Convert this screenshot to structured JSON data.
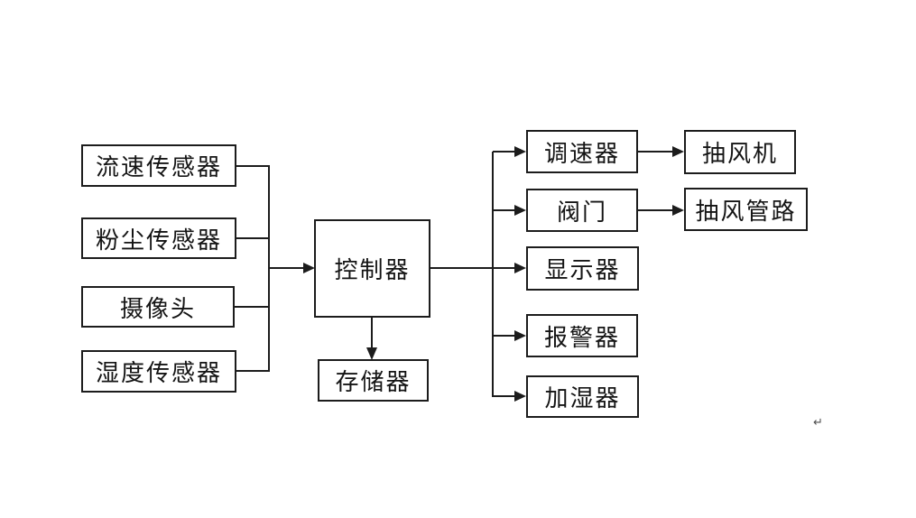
{
  "diagram": {
    "description": "Control system block diagram",
    "nodes": {
      "flow_sensor": {
        "label": "流速传感器"
      },
      "dust_sensor": {
        "label": "粉尘传感器"
      },
      "camera": {
        "label": "摄像头"
      },
      "humidity_sensor": {
        "label": "湿度传感器"
      },
      "controller": {
        "label": "控制器"
      },
      "storage": {
        "label": "存储器"
      },
      "speed_regulator": {
        "label": "调速器"
      },
      "valve": {
        "label": "阀门"
      },
      "display": {
        "label": "显示器"
      },
      "alarm": {
        "label": "报警器"
      },
      "humidifier": {
        "label": "加湿器"
      },
      "exhaust_fan": {
        "label": "抽风机"
      },
      "exhaust_duct": {
        "label": "抽风管路"
      }
    },
    "edges": [
      {
        "from": "flow_sensor",
        "to": "controller"
      },
      {
        "from": "dust_sensor",
        "to": "controller"
      },
      {
        "from": "camera",
        "to": "controller"
      },
      {
        "from": "humidity_sensor",
        "to": "controller"
      },
      {
        "from": "controller",
        "to": "storage"
      },
      {
        "from": "controller",
        "to": "speed_regulator"
      },
      {
        "from": "controller",
        "to": "valve"
      },
      {
        "from": "controller",
        "to": "display"
      },
      {
        "from": "controller",
        "to": "alarm"
      },
      {
        "from": "controller",
        "to": "humidifier"
      },
      {
        "from": "speed_regulator",
        "to": "exhaust_fan"
      },
      {
        "from": "valve",
        "to": "exhaust_duct"
      }
    ],
    "paragraph_mark": "↵"
  },
  "colors": {
    "background": "#ffffff",
    "line": "#1c1c1c",
    "text": "#141414"
  }
}
